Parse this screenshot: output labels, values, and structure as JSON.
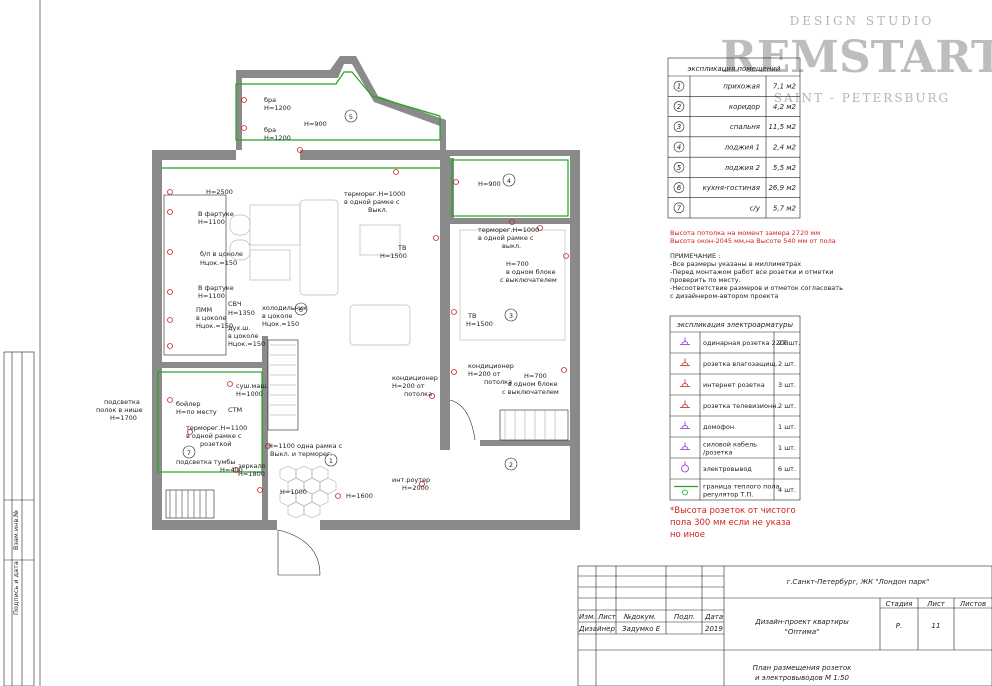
{
  "brand": {
    "studio": "DESIGN STUDIO",
    "name": "REMSTART",
    "city": "SAINT - PETERSBURG"
  },
  "rooms_table": {
    "title": "экспликация помещений",
    "rows": [
      {
        "num": "1",
        "name": "прихожая",
        "area": "7,1 м2"
      },
      {
        "num": "2",
        "name": "коридор",
        "area": "4,2 м2"
      },
      {
        "num": "3",
        "name": "спальня",
        "area": "11,5 м2"
      },
      {
        "num": "4",
        "name": "лоджия 1",
        "area": "2,4 м2"
      },
      {
        "num": "5",
        "name": "лоджия 2",
        "area": "5,5 м2"
      },
      {
        "num": "6",
        "name": "кухня-гостиная",
        "area": "26,9 м2"
      },
      {
        "num": "7",
        "name": "с/у",
        "area": "5,7 м2"
      }
    ]
  },
  "heights": {
    "line1": "Высота потолка на момент замера 2720 мм",
    "line2": "Высота окон-2045 мм,на Высоте 540 мм от пола"
  },
  "notes": {
    "title": "ПРИМЕЧАНИЕ :",
    "items": [
      "-Все размеры указаны в миллиметрах",
      "-Перед монтажом работ все розетки и отметки",
      "проверить по месту.",
      "-Несоответствие размеров и отметок согласовать",
      "с дизайнером-автором проекта"
    ]
  },
  "legend": {
    "title": "экспликация электроарматуры",
    "rows": [
      {
        "icon": "socket-220-icon",
        "name": "одинарная розетка 220В",
        "count": "27 шт."
      },
      {
        "icon": "socket-waterproof-icon",
        "name": "розетка влагозащищ.",
        "count": "2 шт."
      },
      {
        "icon": "socket-internet-icon",
        "name": "интернет розетка",
        "count": "3 шт."
      },
      {
        "icon": "socket-tv-icon",
        "name": "розетка телевизионн.",
        "count": "2 шт."
      },
      {
        "icon": "intercom-icon",
        "name": "домофон",
        "count": "1 шт."
      },
      {
        "icon": "power-cable-icon",
        "name": "силовой кабель /розетка",
        "count": "1 шт."
      },
      {
        "icon": "cable-outlet-icon",
        "name": "электровывод",
        "count": "6 шт."
      },
      {
        "icon": "floor-heating-icon",
        "name": "граница теплого пола регулятор Т.П.",
        "count": "4 шт."
      }
    ]
  },
  "footnote": "*Высота розеток от чистого пола 300 мм если не указано иное",
  "title_block": {
    "address": "г.Санкт-Петербург, ЖК \"Лондон парк\"",
    "hdr_izm": "Изм.",
    "hdr_list": "Лист",
    "hdr_doc": "№докум.",
    "hdr_sign": "Подп.",
    "hdr_date": "Дата",
    "role": "Дизайнер",
    "designer": "Задумко Е",
    "year": "2019",
    "project_line1": "Дизайн-проект квартиры",
    "project_line2": "\"Оптима\"",
    "stage_hdr": "Стадия",
    "sheet_hdr": "Лист",
    "sheets_hdr": "Листов",
    "stage": "Р.",
    "sheet": "11",
    "sheets": "",
    "plan_line1": "План размещения розеток",
    "plan_line2": "и электровыводов   М 1:50"
  },
  "side_stamp": {
    "inv": "Взам.инв.№",
    "sign": "Подпись и дата"
  },
  "plan_labels": {
    "room_numbers": [
      "1",
      "2",
      "3",
      "4",
      "5",
      "6",
      "7"
    ],
    "bra1": "бра",
    "h1200a": "Н=1200",
    "bra2": "бра",
    "h1200b": "Н=1200",
    "h900a": "Н=900",
    "h2500": "Н=2500",
    "fartuk1": "В фартуке",
    "h1100a": "Н=1100",
    "bp": "б/п в цоколе",
    "nzok150a": "Нцок.=150",
    "fartuk2": "В фартуке",
    "h1100b": "Н=1100",
    "pmm": "ПММ",
    "nzok150b": "в цоколе",
    "nzok150c": "Нцок.=150",
    "svch": "СВЧ",
    "h1350": "Н=1350",
    "holod": "холодильник",
    "holod2": "в цоколе",
    "holod3": "Нцок.=150",
    "dujuh": "дух.ш.",
    "dujuh2": "в цоколе",
    "dujuh3": "Нцок.=150",
    "termo1": "терморег.Н=1000",
    "termo1b": "в одной рамке с",
    "termo1c": "Выкл.",
    "tv1": "ТВ",
    "tv1h": "Н=1500",
    "h900b": "Н=900",
    "termo2": "терморег.Н=1000",
    "termo2b": "в одной рамке с",
    "termo2c": "выкл.",
    "h700a": "Н=700",
    "h700a2": "в одном блоке",
    "h700a3": "с выключателем",
    "tv2": "ТВ",
    "tv2h": "Н=1500",
    "kond1": "кондиционер",
    "kond1b": "Н=200 от",
    "kond1c": "потолка",
    "kond2": "кондиционер",
    "kond2b": "Н=200 от",
    "kond2c": "потолка",
    "h700b": "Н=700",
    "h700b2": "в одном блоке",
    "h700b3": "с выключателем",
    "podsvet": "подсветка",
    "podsvet2": "полок в нише",
    "podsvet3": "Н=1700",
    "sush": "суш.маш.",
    "sush2": "Н=1000",
    "boiler": "бойлер",
    "boiler2": "Н=по месту",
    "stm": "СТМ",
    "termo3": "терморег.Н=1100",
    "termo3b": "в одной рамке с",
    "termo3c": "розеткой",
    "h1100c": "Н=1100 одна рамка с",
    "h1100c2": "Выкл. и терморег.",
    "podsvet_tumb": "подсветка тумбы",
    "h400": "Н=400",
    "zerkalo": "зеркало",
    "h1800": "Н=1800",
    "h1000": "Н=1000",
    "h1600": "Н=1600",
    "router": "инт.роутер",
    "router2": "Н=2000"
  },
  "colors": {
    "wall": "#8a8a8a",
    "heating": "#1da81d",
    "socket": "#c82020",
    "note_red": "#d02020"
  }
}
